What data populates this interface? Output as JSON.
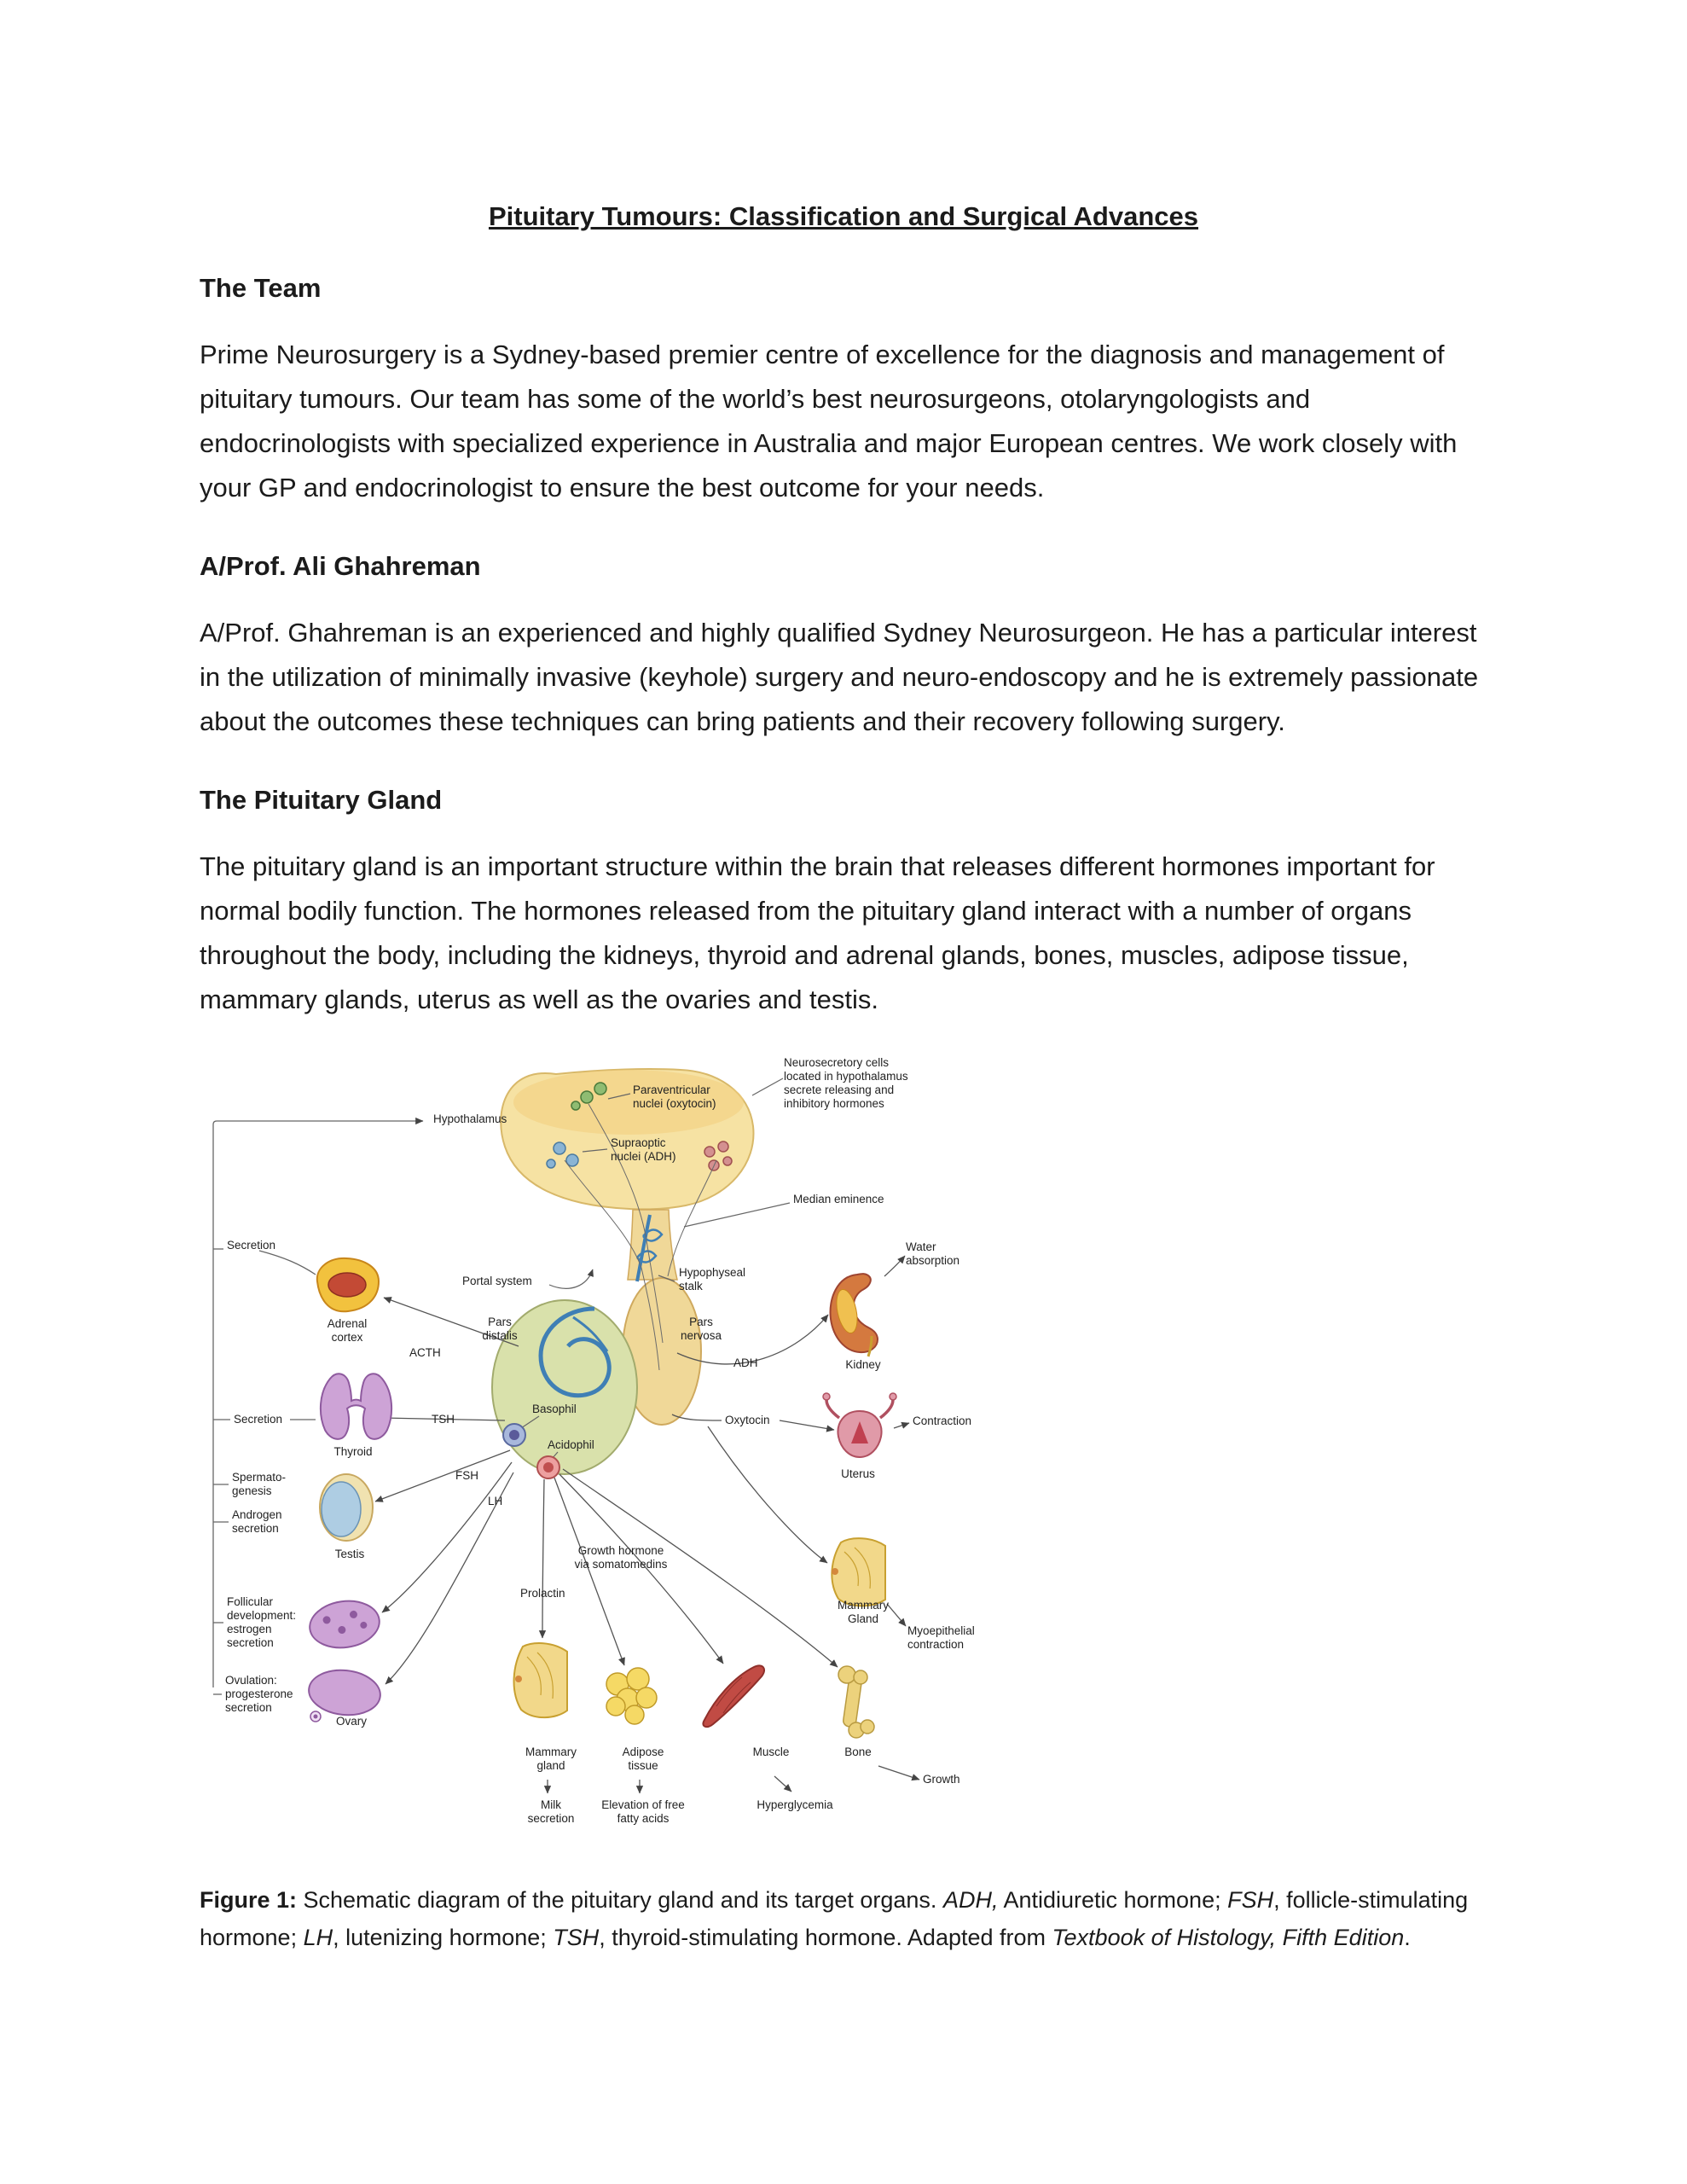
{
  "page": {
    "title": "Pituitary Tumours: Classification and Surgical Advances",
    "sections": [
      {
        "heading": "The Team",
        "body": "Prime Neurosurgery is a Sydney-based premier centre of excellence for the diagnosis and management of pituitary tumours. Our team has some of the world’s best neurosurgeons, otolaryngologists and endocrinologists with specialized experience in Australia and major European centres. We work closely with your GP and endocrinologist to ensure the best outcome for your needs."
      },
      {
        "heading": "A/Prof. Ali Ghahreman",
        "body": "A/Prof. Ghahreman is an experienced and highly qualified Sydney Neurosurgeon. He has a particular interest in the utilization of minimally invasive (keyhole) surgery and neuro-endoscopy and he is extremely passionate about the outcomes these techniques can bring patients and their recovery following surgery."
      },
      {
        "heading": "The Pituitary Gland",
        "body": "The pituitary gland is an important structure within the brain that releases different hormones important for normal bodily function. The hormones released from the pituitary gland interact with a number of organs throughout the body, including the kidneys, thyroid and adrenal glands, bones, muscles, adipose tissue, mammary glands, uterus as well as the ovaries and testis."
      }
    ]
  },
  "figure": {
    "labels": {
      "neurosecretory": "Neurosecretory cells\nlocated in hypothalamus\nsecrete releasing and\ninhibitory hormones",
      "paraventricular": "Paraventricular\nnuclei (oxytocin)",
      "hypothalamus": "Hypothalamus",
      "supraoptic": "Supraoptic\nnuclei (ADH)",
      "median_eminence": "Median eminence",
      "secretion_top": "Secretion",
      "water_absorption": "Water\nabsorption",
      "portal_system": "Portal system",
      "hypophyseal_stalk": "Hypophyseal\nstalk",
      "adrenal_cortex": "Adrenal\ncortex",
      "acth": "ACTH",
      "pars_distalis": "Pars\ndistalis",
      "pars_nervosa": "Pars\nnervosa",
      "adh": "ADH",
      "kidney": "Kidney",
      "secretion_mid": "Secretion",
      "tsh": "TSH",
      "basophil": "Basophil",
      "acidophil": "Acidophil",
      "oxytocin": "Oxytocin",
      "contraction": "Contraction",
      "thyroid": "Thyroid",
      "uterus": "Uterus",
      "spermatogenesis": "Spermato-\ngenesis",
      "androgen_secretion": "Androgen\nsecretion",
      "fsh": "FSH",
      "lh": "LH",
      "testis": "Testis",
      "growth_hormone": "Growth hormone\nvia somatomedins",
      "prolactin": "Prolactin",
      "follicular": "Follicular\ndevelopment:\nestrogen\nsecretion",
      "mammary_gland_right": "Mammary\nGland",
      "myoepithelial": "Myoepithelial\ncontraction",
      "ovulation": "Ovulation:\nprogesterone\nsecretion",
      "ovary": "Ovary",
      "mammary_gland_bottom": "Mammary\ngland",
      "adipose_tissue": "Adipose\ntissue",
      "muscle": "Muscle",
      "bone": "Bone",
      "growth": "Growth",
      "milk_secretion": "Milk\nsecretion",
      "elevation_ffa": "Elevation of free\nfatty acids",
      "hyperglycemia": "Hyperglycemia"
    },
    "caption_segments": [
      {
        "text": "Figure 1:",
        "style": "bold"
      },
      {
        "text": " Schematic diagram of the pituitary gland and its target organs. ",
        "style": "normal"
      },
      {
        "text": "ADH,",
        "style": "italic"
      },
      {
        "text": " Antidiuretic hormone; ",
        "style": "normal"
      },
      {
        "text": "FSH",
        "style": "italic"
      },
      {
        "text": ", follicle-stimulating hormone; ",
        "style": "normal"
      },
      {
        "text": "LH",
        "style": "italic"
      },
      {
        "text": ", lutenizing hormone; ",
        "style": "normal"
      },
      {
        "text": "TSH",
        "style": "italic"
      },
      {
        "text": ", thyroid-stimulating hormone. Adapted from ",
        "style": "normal"
      },
      {
        "text": "Textbook of Histology, Fifth Edition",
        "style": "italic"
      },
      {
        "text": ".",
        "style": "normal"
      }
    ],
    "colors": {
      "hypothalamus": "#f6e2a3",
      "pars_distalis": "#d9e1ab",
      "pars_nervosa": "#f0d898",
      "vessels_blue": "#3f7fb5",
      "thyroid_purple": "#cda3d6",
      "adrenal_yellow": "#f2c23e",
      "muscle_red": "#c14b44"
    }
  }
}
